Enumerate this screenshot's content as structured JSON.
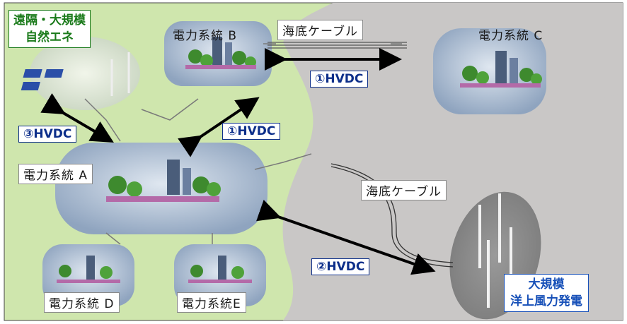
{
  "labels": {
    "remote_renewables": [
      "遠隔・大規模",
      "自然エネ"
    ],
    "grid_a": "電力系統 A",
    "grid_b": "電力系統 B",
    "grid_c": "電力系統 C",
    "grid_d": "電力系統 D",
    "grid_e": "電力系統E",
    "cable_top": "海底ケーブル",
    "cable_mid": "海底ケーブル",
    "offshore_wind": [
      "大規模",
      "洋上風力発電"
    ]
  },
  "links": {
    "hvdc_b_c": "①HVDC",
    "hvdc_a_b": "①HVDC",
    "hvdc_a_wind": "②HVDC",
    "hvdc_a_renew": "③HVDC"
  },
  "colors": {
    "land": "#cfe6ad",
    "sea": "#c9c7c6",
    "grid_region": "#9eb1c9",
    "hvdc_label": "#0d2f8a",
    "renewable_label": "#1a7a1a",
    "offshore_label": "#1750b8",
    "arrow": "#000000"
  }
}
